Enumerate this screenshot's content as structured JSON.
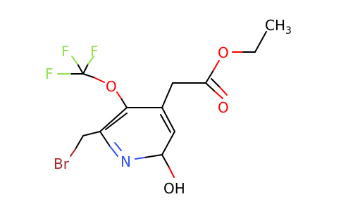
{
  "molecule": {
    "colors": {
      "carbon_bond": "#000000",
      "oxygen": "#ff0000",
      "nitrogen": "#3050f8",
      "fluorine": "#90e050",
      "bromine": "#a62929"
    },
    "labels": {
      "f1": "F",
      "f2": "F",
      "f3": "F",
      "o_ether": "O",
      "o_ester": "O",
      "o_carbonyl": "O",
      "ch3_main": "CH",
      "ch3_sub": "3",
      "n_ring": "N",
      "br": "Br",
      "oh": "OH"
    }
  }
}
